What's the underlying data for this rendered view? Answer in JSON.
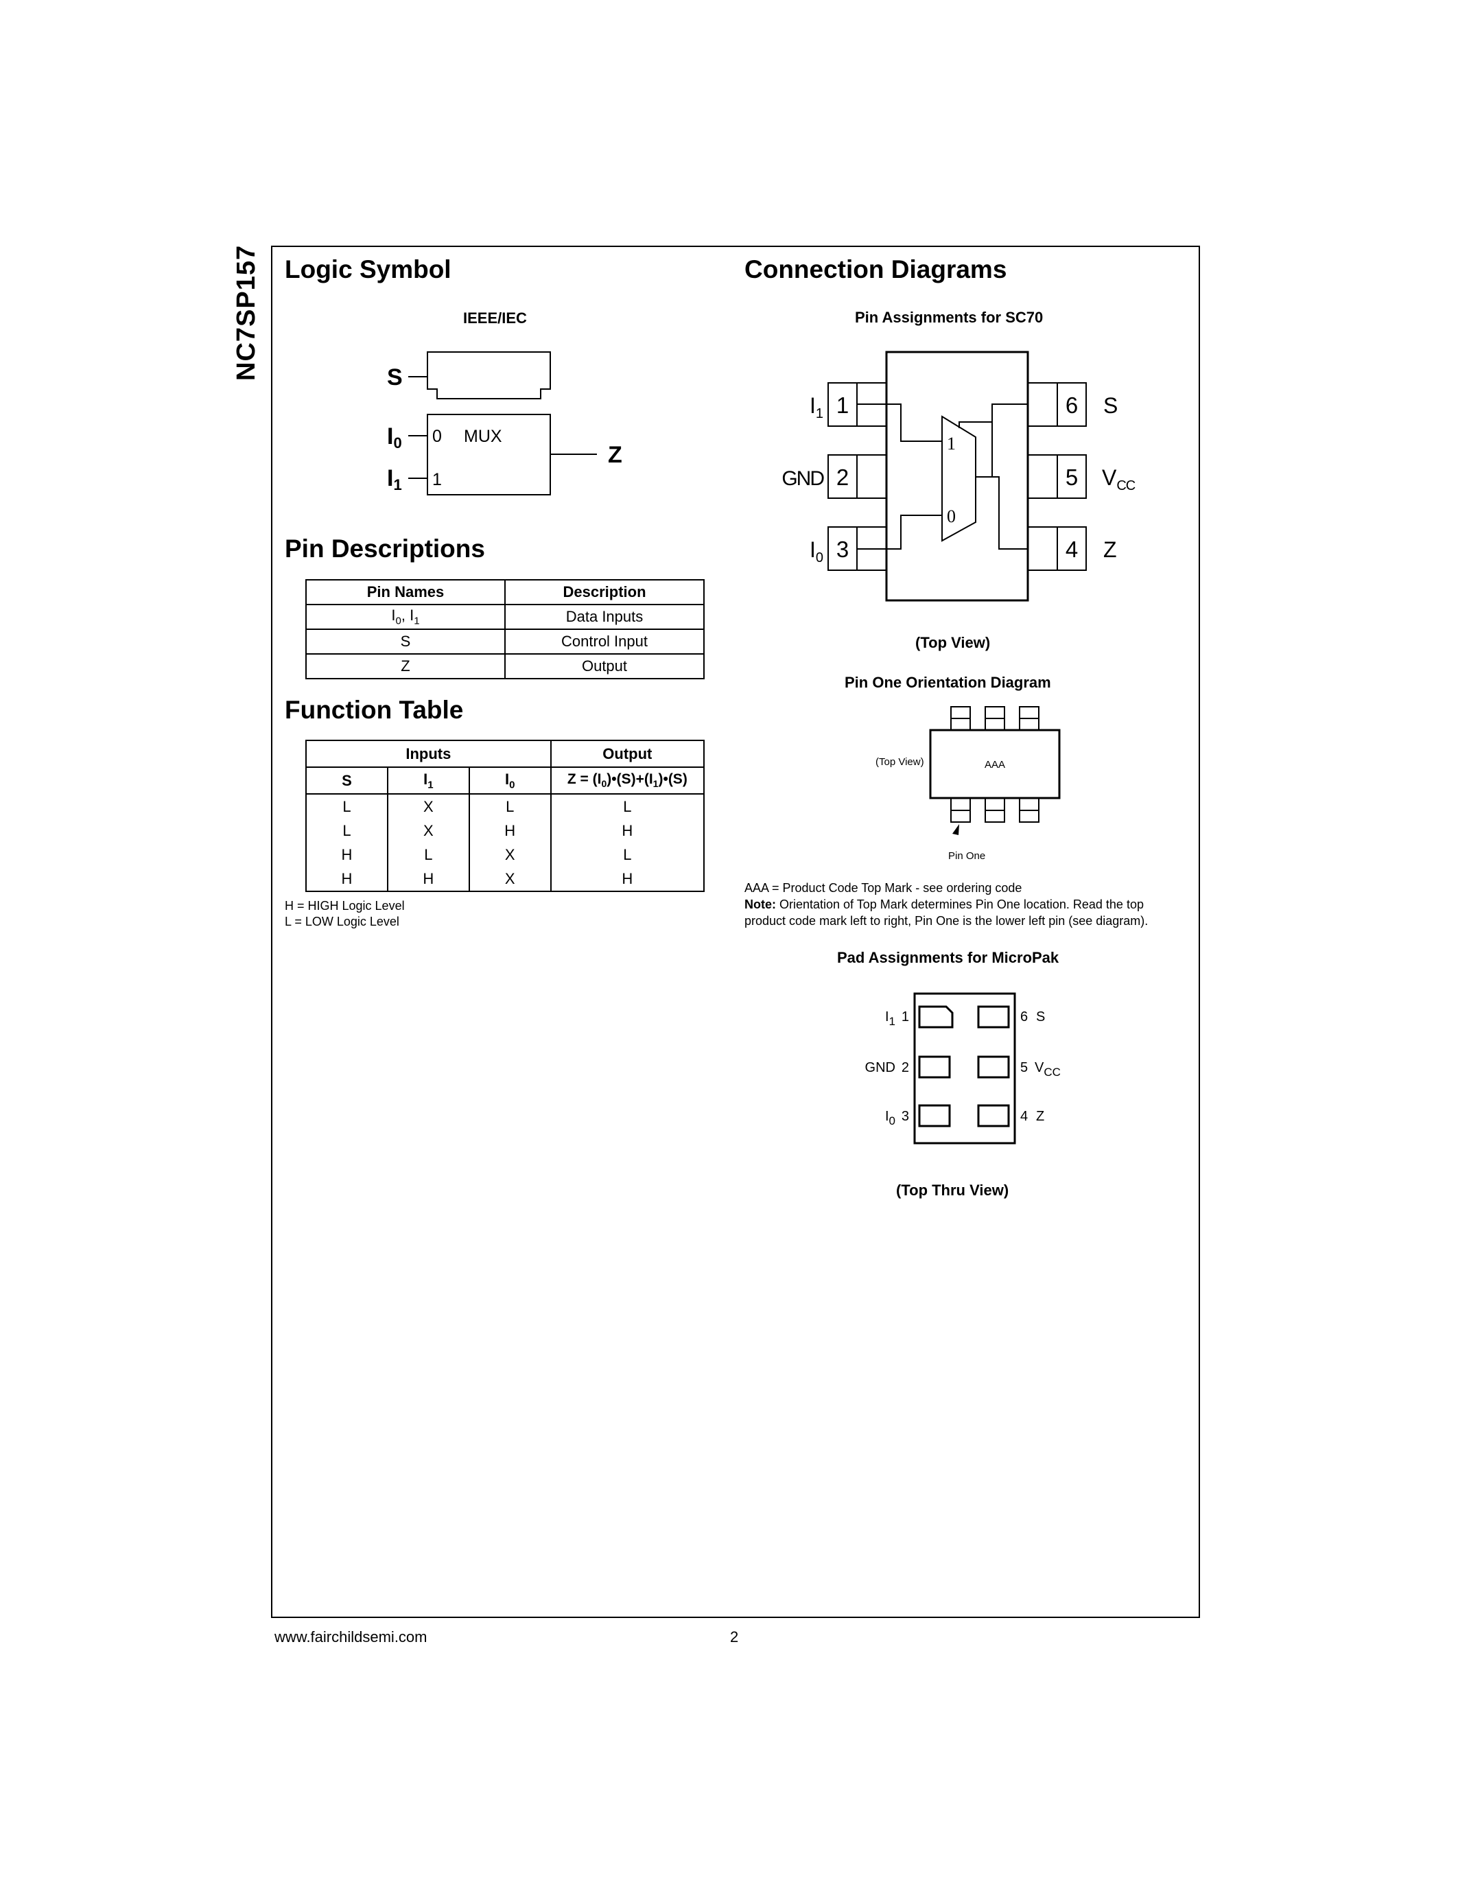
{
  "header": {
    "part_number": "NC7SP157"
  },
  "logic_symbol": {
    "title": "Logic Symbol",
    "standard": "IEEE/IEC",
    "pins": {
      "s": "S",
      "i0": "I",
      "i0_sub": "0",
      "i1": "I",
      "i1_sub": "1",
      "z": "Z"
    },
    "box": {
      "input0": "0",
      "input1": "1",
      "name": "MUX"
    }
  },
  "pin_descriptions": {
    "title": "Pin Descriptions",
    "headers": [
      "Pin Names",
      "Description"
    ],
    "rows": [
      {
        "name": "I0, I1",
        "name_parts": [
          "I",
          "0",
          ", I",
          "1"
        ],
        "description": "Data Inputs"
      },
      {
        "name": "S",
        "description": "Control Input"
      },
      {
        "name": "Z",
        "description": "Output"
      }
    ]
  },
  "function_table": {
    "title": "Function Table",
    "group_headers": [
      "Inputs",
      "Output"
    ],
    "headers": {
      "s": "S",
      "i1": "I",
      "i1_sub": "1",
      "i0": "I",
      "i0_sub": "0",
      "z_parts": [
        "Z = (I",
        "0",
        ")•(S)+(I",
        "1",
        ")•(S)"
      ]
    },
    "rows": [
      [
        "L",
        "X",
        "L",
        "L"
      ],
      [
        "L",
        "X",
        "H",
        "H"
      ],
      [
        "H",
        "L",
        "X",
        "L"
      ],
      [
        "H",
        "H",
        "X",
        "H"
      ]
    ],
    "notes": [
      "H = HIGH Logic Level",
      "L = LOW Logic Level"
    ]
  },
  "connection": {
    "title": "Connection Diagrams",
    "sc70": {
      "title": "Pin Assignments for SC70",
      "left_pins": [
        {
          "num": "1",
          "label": "I",
          "sub": "1"
        },
        {
          "num": "2",
          "label": "GND",
          "sub": ""
        },
        {
          "num": "3",
          "label": "I",
          "sub": "0"
        }
      ],
      "right_pins": [
        {
          "num": "6",
          "label": "S",
          "sub": ""
        },
        {
          "num": "5",
          "label": "V",
          "sub": "CC"
        },
        {
          "num": "4",
          "label": "Z",
          "sub": ""
        }
      ],
      "mux_in1": "1",
      "mux_in0": "0",
      "view": "(Top View)"
    },
    "orientation": {
      "title": "Pin One Orientation Diagram",
      "top_view": "(Top View)",
      "mark": "AAA",
      "pin_one": "Pin One",
      "note1": "AAA = Product Code Top Mark - see ordering code",
      "note_label": "Note:",
      "note2": " Orientation of Top Mark determines Pin One location. Read the top",
      "note3": "product code mark left to right, Pin One is the lower left pin (see diagram)."
    },
    "micropak": {
      "title": "Pad Assignments for MicroPak",
      "left_pins": [
        {
          "num": "1",
          "label": "I",
          "sub": "1"
        },
        {
          "num": "2",
          "label": "GND",
          "sub": ""
        },
        {
          "num": "3",
          "label": "I",
          "sub": "0"
        }
      ],
      "right_pins": [
        {
          "num": "6",
          "label": "S",
          "sub": ""
        },
        {
          "num": "5",
          "label": "V",
          "sub": "CC"
        },
        {
          "num": "4",
          "label": "Z",
          "sub": ""
        }
      ],
      "view": "(Top Thru View)"
    }
  },
  "footer": {
    "url": "www.fairchildsemi.com",
    "page": "2"
  }
}
